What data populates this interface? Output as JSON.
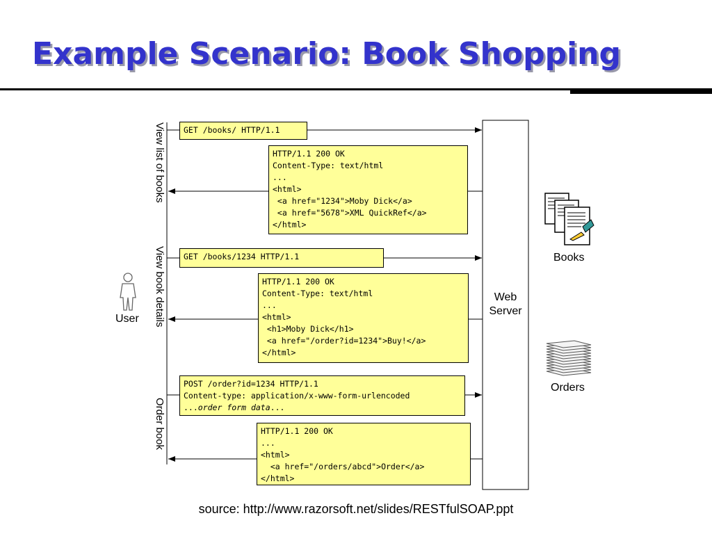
{
  "slide": {
    "title": "Example Scenario: Book Shopping",
    "source": "source: http://www.razorsoft.net/slides/RESTfulSOAP.ppt"
  },
  "actors": {
    "user": "User",
    "server_line1": "Web",
    "server_line2": "Server",
    "books": "Books",
    "orders": "Orders"
  },
  "phases": {
    "view_list": "View list of books",
    "view_details": "View book details",
    "order": "Order book"
  },
  "messages": {
    "req1": "GET /books/ HTTP/1.1",
    "resp1": "HTTP/1.1 200 OK\nContent-Type: text/html\n...\n<html>\n <a href=\"1234\">Moby Dick</a>\n <a href=\"5678\">XML QuickRef</a>\n</html>",
    "req2": "GET /books/1234 HTTP/1.1",
    "resp2": "HTTP/1.1 200 OK\nContent-Type: text/html\n...\n<html>\n <h1>Moby Dick</h1>\n <a href=\"/order?id=1234\">Buy!</a>\n</html>",
    "req3_line1": "POST /order?id=1234 HTTP/1.1",
    "req3_line2": "Content-type: application/x-www-form-urlencoded",
    "req3_prefix": "...",
    "req3_italic": "order form data",
    "req3_suffix": "...",
    "resp3": "HTTP/1.1 200 OK\n...\n<html>\n  <a href=\"/orders/abcd\">Order</a>\n</html>"
  },
  "colors": {
    "title": "#3333cc",
    "message_fill": "#ffff99",
    "server_fill": "#ffffff"
  },
  "icons": {
    "user": "person-outline-icon",
    "books": "documents-stack-icon",
    "orders": "paper-stack-icon"
  }
}
